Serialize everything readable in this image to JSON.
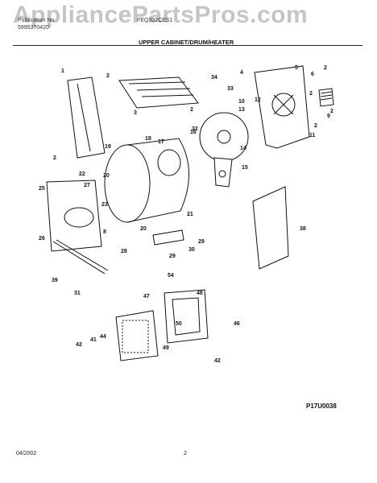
{
  "header": {
    "watermark": "AppliancePartsPros.com",
    "left_line1": "Publication No",
    "left_line2": "5995370420",
    "model": "FEQ332CES1",
    "section_title": "UPPER CABINET/DRUM/HEATER"
  },
  "diagram": {
    "callouts": [
      "1",
      "2",
      "2",
      "2",
      "2",
      "2",
      "2",
      "2",
      "3",
      "4",
      "5",
      "6",
      "8",
      "9",
      "10",
      "11",
      "12",
      "13",
      "14",
      "15",
      "16",
      "17",
      "18",
      "19",
      "20",
      "20",
      "21",
      "22",
      "23",
      "25",
      "26",
      "27",
      "28",
      "29",
      "29",
      "30",
      "31",
      "32",
      "33",
      "34",
      "38",
      "39",
      "41",
      "42",
      "42",
      "44",
      "46",
      "47",
      "48",
      "49",
      "50",
      "54"
    ]
  },
  "footer": {
    "drawing_code": "P17U0038",
    "date": "04/2002",
    "page_number": "2"
  }
}
